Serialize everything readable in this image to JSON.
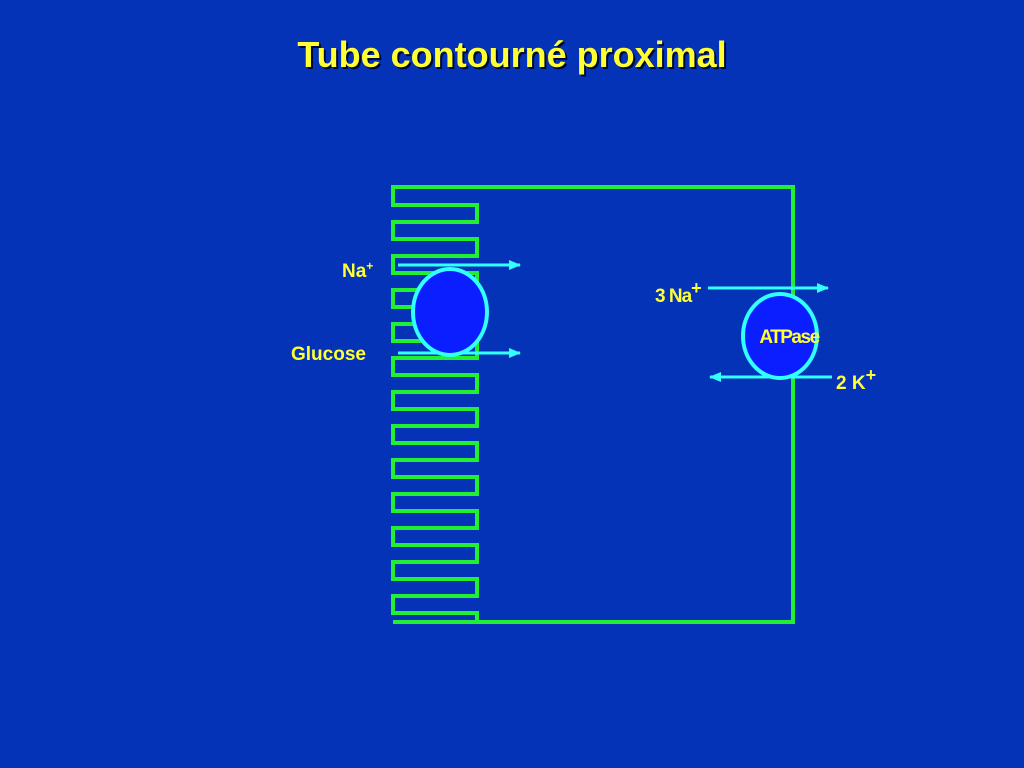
{
  "title": "Tube contourné proximal",
  "labels": {
    "na_left": "Na",
    "na_left_sup": "+",
    "glucose": "Glucose",
    "na_right": "3 Na",
    "na_right_sup": "+",
    "atpase": "ATPase",
    "k_right": "2 K",
    "k_right_sup": "+"
  },
  "colors": {
    "background": "#0433b8",
    "title": "#ffff33",
    "membrane": "#22ee33",
    "transporter_fill": "#0a1eff",
    "transporter_outline": "#33ffff",
    "arrow": "#33ffff"
  }
}
